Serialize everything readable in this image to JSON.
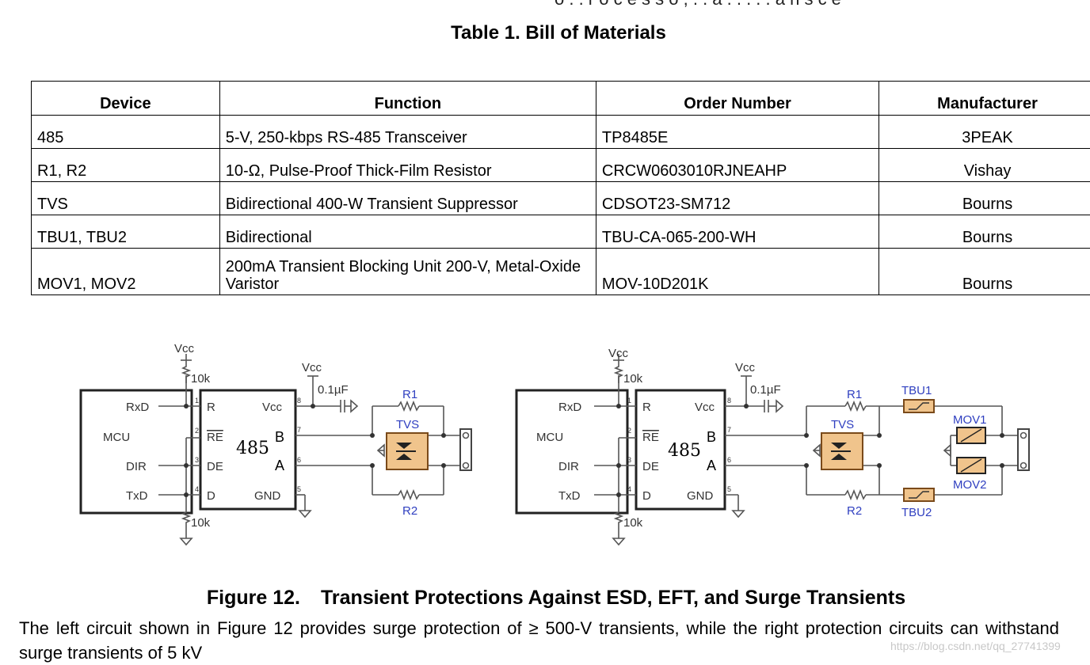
{
  "header_clip": "o . . r o c e s s o ,   . . a . . . . . a n s c e",
  "table_title": "Table 1. Bill of Materials",
  "table": {
    "headers": [
      "Device",
      "Function",
      "Order Number",
      "Manufacturer"
    ],
    "rows": [
      [
        "485",
        "5-V, 250-kbps RS-485 Transceiver",
        "TP8485E",
        "3PEAK"
      ],
      [
        "R1, R2",
        "10-Ω, Pulse-Proof Thick-Film Resistor",
        "CRCW0603010RJNEAHP",
        "Vishay"
      ],
      [
        "TVS",
        "Bidirectional 400-W Transient Suppressor",
        "CDSOT23-SM712",
        "Bourns"
      ],
      [
        "TBU1, TBU2",
        "Bidirectional",
        "TBU-CA-065-200-WH",
        "Bourns"
      ],
      [
        "MOV1, MOV2",
        "200mA Transient Blocking Unit 200-V, Metal-Oxide Varistor",
        "MOV-10D201K",
        "Bourns"
      ]
    ]
  },
  "circuit": {
    "vcc": "Vcc",
    "pullup": "10k",
    "pulldown": "10k",
    "cap": "0.1µF",
    "mcu": "MCU",
    "mcu_pins": [
      "RxD",
      "DIR",
      "TxD"
    ],
    "chip": "485",
    "chip_pins_left": [
      "R",
      "RE",
      "DE",
      "D"
    ],
    "chip_pins_right": [
      "Vcc",
      "GND"
    ],
    "pin_numbers": [
      "1",
      "2",
      "3",
      "4",
      "5",
      "6",
      "7",
      "8"
    ],
    "bus_a": "A",
    "bus_b": "B",
    "r1": "R1",
    "r2": "R2",
    "tvs": "TVS",
    "tbu1": "TBU1",
    "tbu2": "TBU2",
    "mov1": "MOV1",
    "mov2": "MOV2"
  },
  "figure_caption_num": "Figure 12.",
  "figure_caption_text": "Transient Protections Against ESD, EFT, and Surge Transients",
  "body_text": "The left circuit shown in Figure 12 provides surge protection of ≥ 500-V transients, while the right protection circuits can withstand surge transients of 5 kV",
  "watermark": "https://blog.csdn.net/qq_27741399"
}
